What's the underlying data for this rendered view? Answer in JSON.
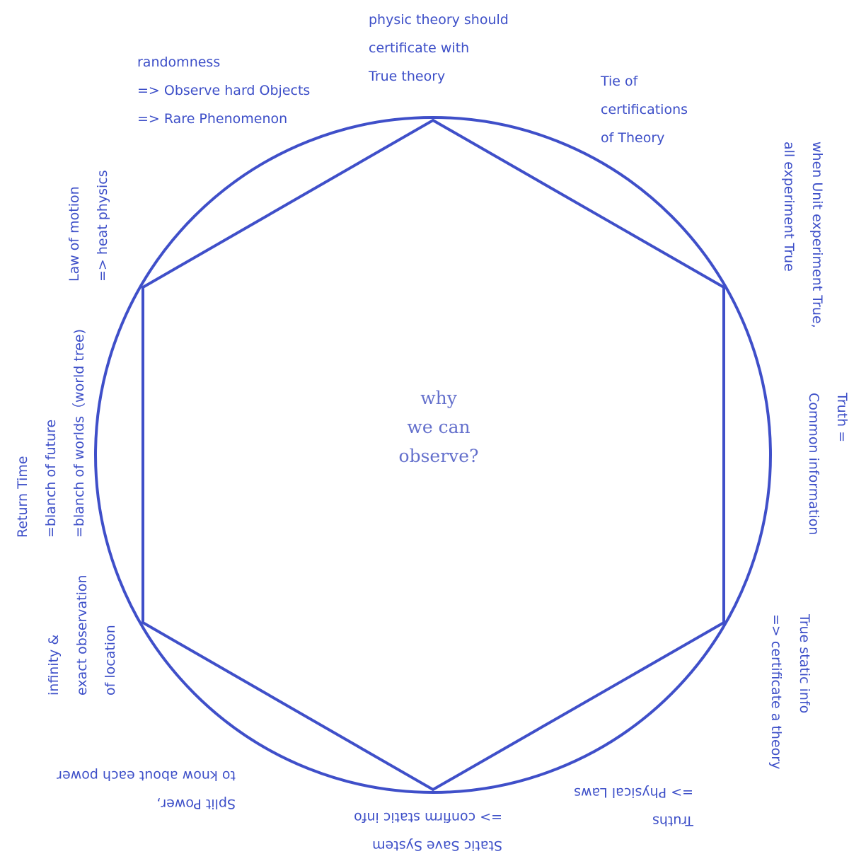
{
  "colors": {
    "stroke": "#3f4fc9",
    "label": "#3d4fc8",
    "center": "#6470cc"
  },
  "center": {
    "lines": [
      "why",
      "we can",
      "observe?"
    ]
  },
  "vertices": {
    "top": [
      "physic theory should",
      "certificate with",
      "True theory"
    ],
    "top_right": [
      "Tie of",
      "certifications",
      "of Theory"
    ],
    "right_upper": [
      "when Unit experiment True,",
      "all experiment True"
    ],
    "right_mid": [
      "Truth =",
      "Common information"
    ],
    "right_lower": [
      "True static info",
      "=> certificate a theory"
    ],
    "bottom_right": [
      "Truths",
      "=> Physical Laws"
    ],
    "bottom": [
      "Static Save System",
      "=> confirm static info"
    ],
    "bottom_left": [
      "Split Power,",
      "to know about each power"
    ],
    "left_lower": [
      "infinity &",
      "exact observation",
      "of location"
    ],
    "left_mid": [
      "Return Time",
      "=blanch of future",
      "=blanch of worlds（world tree)"
    ],
    "left_upper": [
      "Law of motion",
      "=> heat physics"
    ],
    "top_left": [
      "randomness",
      "=> Observe hard Objects",
      "=> Rare Phenomenon"
    ]
  }
}
